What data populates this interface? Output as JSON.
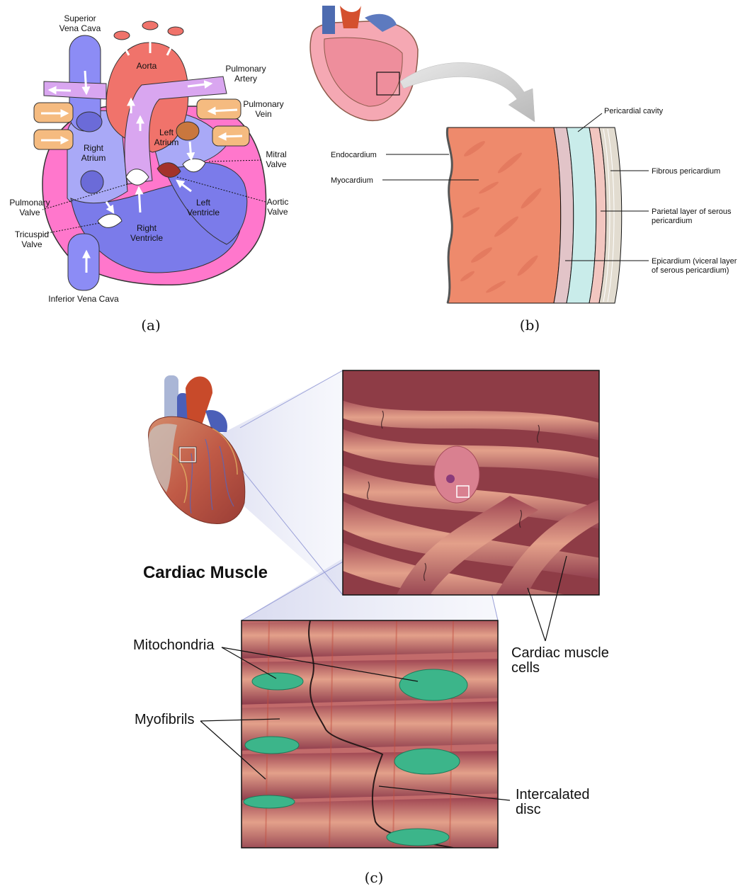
{
  "panel_a": {
    "caption": "(a)",
    "labels": {
      "superior_vena_cava_1": "Superior",
      "superior_vena_cava_2": "Vena Cava",
      "aorta": "Aorta",
      "pulmonary_artery_1": "Pulmonary",
      "pulmonary_artery_2": "Artery",
      "pulmonary_vein_1": "Pulmonary",
      "pulmonary_vein_2": "Vein",
      "left_atrium_1": "Left",
      "left_atrium_2": "Atrium",
      "right_atrium_1": "Right",
      "right_atrium_2": "Atrium",
      "mitral_valve_1": "Mitral",
      "mitral_valve_2": "Valve",
      "left_ventricle_1": "Left",
      "left_ventricle_2": "Ventricle",
      "aortic_valve_1": "Aortic",
      "aortic_valve_2": "Valve",
      "pulmonary_valve_1": "Pulmonary",
      "pulmonary_valve_2": "Valve",
      "tricuspid_valve_1": "Tricuspid",
      "tricuspid_valve_2": "Valve",
      "right_ventricle_1": "Right",
      "right_ventricle_2": "Ventricle",
      "inferior_vena_cava": "Inferior Vena Cava"
    }
  },
  "panel_b": {
    "caption": "(b)",
    "labels": {
      "pericardial_cavity": "Pericardial cavity",
      "endocardium": "Endocardium",
      "myocardium": "Myocardium",
      "fibrous_pericardium": "Fibrous pericardium",
      "parietal_1": "Parietal layer of serous",
      "parietal_2": "pericardium",
      "epicardium_1": "Epicardium (viceral layer",
      "epicardium_2": "of serous pericardium)"
    }
  },
  "panel_c": {
    "caption": "(c)",
    "title": "Cardiac Muscle",
    "labels": {
      "mitochondria": "Mitochondria",
      "myofibrils": "Myofibrils",
      "cardiac_cells_1": "Cardiac muscle",
      "cardiac_cells_2": "cells",
      "intercalated_1": "Intercalated",
      "intercalated_2": "disc"
    }
  },
  "colors": {
    "vein_blue": "#8c8cf5",
    "aorta_red": "#f0736b",
    "pulmonary_purple": "#d9a6f0",
    "pericardium_pink": "#ff77cc",
    "pulmonary_vein_orange": "#f5bb80",
    "myocardium_salmon": "#ee8a6c",
    "muscle_red": "#b8505a",
    "mitochondria_green": "#3cb58a"
  }
}
